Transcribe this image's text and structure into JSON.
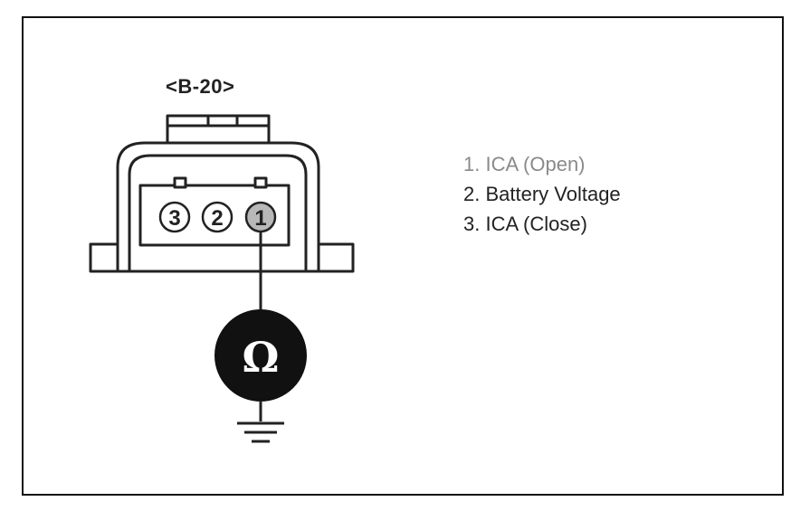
{
  "connector": {
    "label": "<B-20>"
  },
  "pins": [
    {
      "number": "1",
      "highlighted": true
    },
    {
      "number": "2",
      "highlighted": false
    },
    {
      "number": "3",
      "highlighted": false
    }
  ],
  "meter": {
    "symbol": "Ω",
    "icon": "ohmmeter-icon"
  },
  "ground": {
    "icon": "ground-icon"
  },
  "legend": [
    {
      "text": "1. ICA (Open)",
      "style": "muted"
    },
    {
      "text": "2. Battery Voltage",
      "style": "normal"
    },
    {
      "text": "3. ICA (Close)",
      "style": "normal"
    }
  ],
  "colors": {
    "line": "#222222",
    "pin_highlight": "#b8b8b8",
    "meter_fill": "#111111",
    "muted_text": "#8a8a8a"
  }
}
